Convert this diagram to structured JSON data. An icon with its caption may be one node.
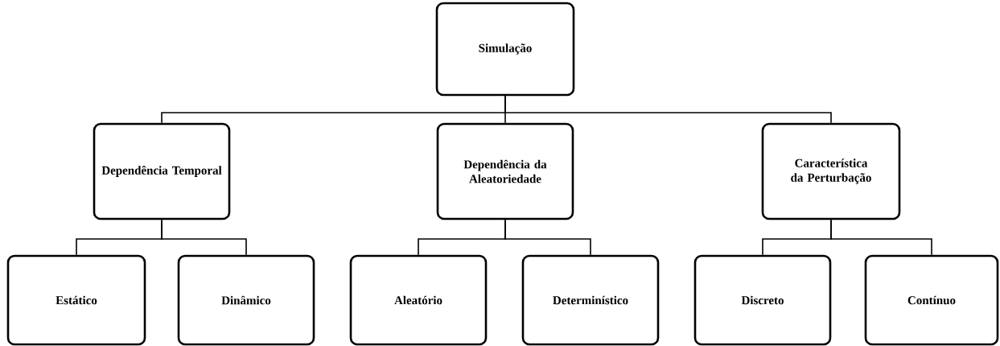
{
  "diagram": {
    "nodes": [
      {
        "text": [
          "Simulação"
        ]
      },
      {
        "text": [
          "Dependência Temporal"
        ]
      },
      {
        "text": [
          "Dependência da Aleatoriedade"
        ]
      },
      {
        "text": [
          "Característica da Perturbação"
        ]
      },
      {
        "text": [
          "Estático"
        ]
      },
      {
        "text": [
          "Dinâmico"
        ]
      },
      {
        "text": [
          "Aleatório"
        ]
      },
      {
        "text": [
          "Determinístico"
        ]
      },
      {
        "text": [
          "Discreto"
        ]
      },
      {
        "text": [
          "Contínuo"
        ]
      }
    ],
    "edges": [
      {
        "from": 0,
        "to": 1,
        "arrow": "none"
      },
      {
        "from": 0,
        "to": 2,
        "arrow": "none"
      },
      {
        "from": 0,
        "to": 3,
        "arrow": "none"
      },
      {
        "from": 1,
        "to": 4,
        "arrow": "none"
      },
      {
        "from": 1,
        "to": 5,
        "arrow": "none"
      },
      {
        "from": 2,
        "to": 6,
        "arrow": "none"
      },
      {
        "from": 2,
        "to": 7,
        "arrow": "none"
      },
      {
        "from": 3,
        "to": 8,
        "arrow": "none"
      },
      {
        "from": 3,
        "to": 9,
        "arrow": "none"
      }
    ]
  }
}
